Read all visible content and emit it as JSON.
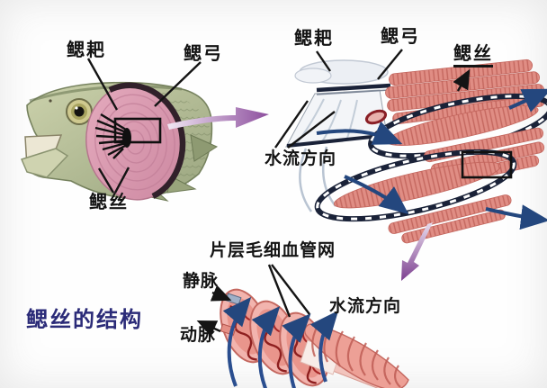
{
  "title": {
    "text": "鳃丝的结构",
    "color": "#2b2b78"
  },
  "panels": {
    "fish_head": {
      "labels": {
        "gill_raker": "鳃耙",
        "gill_arch": "鳃弓",
        "gill_filament": "鳃丝"
      }
    },
    "gill_detail": {
      "labels": {
        "gill_raker": "鳃耙",
        "gill_arch": "鳃弓",
        "gill_filament": "鳃丝",
        "water_flow": "水流方向"
      }
    },
    "filament_structure": {
      "labels": {
        "capillary_network": "片层毛细血管网",
        "vein": "静脉",
        "artery": "动脉",
        "water_flow": "水流方向"
      }
    }
  },
  "colors": {
    "title_blue": "#2b2b78",
    "label_black": "#141414",
    "accent_purple": "#8d4f9e",
    "water_flow_navy": "#24477e",
    "gill_pink": "#dca0b4",
    "filament_salmon": "#e08d84",
    "fish_olive": "#a8b286"
  }
}
